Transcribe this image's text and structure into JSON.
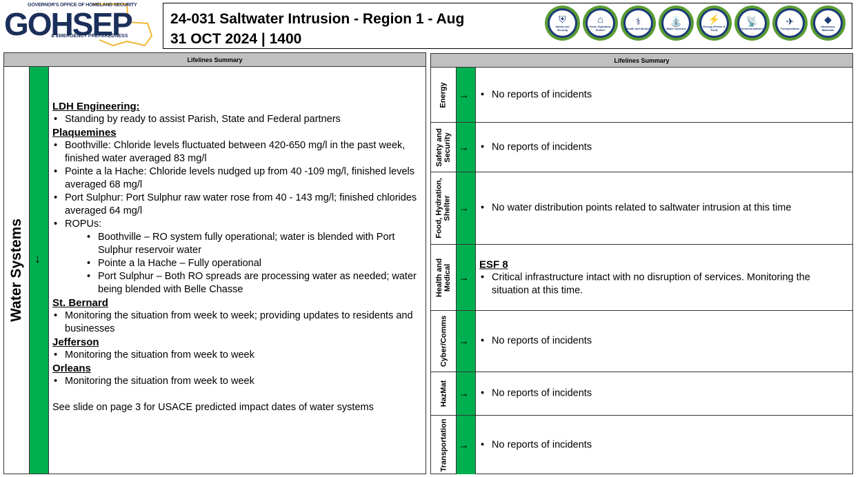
{
  "header": {
    "logo_top": "GOVERNOR'S OFFICE OF HOMELAND SECURITY",
    "logo_main": "GOHSEP",
    "logo_bottom": "& EMERGENCY PREPAREDNESS",
    "title_line1": "24-031 Saltwater Intrusion - Region 1 - Aug",
    "title_line2": "31 OCT 2024 | 1400"
  },
  "lifeline_icons": [
    {
      "label": "Safety and Security",
      "icon": "shield-icon",
      "glyph": "⛨"
    },
    {
      "label": "Food, Hydration, Shelter",
      "icon": "food-shelter-icon",
      "glyph": "⌂"
    },
    {
      "label": "Health and Medical",
      "icon": "caduceus-icon",
      "glyph": "⚕"
    },
    {
      "label": "Water Systems",
      "icon": "pipe-icon",
      "glyph": "⛲"
    },
    {
      "label": "Energy (Power & Fuel)",
      "icon": "energy-icon",
      "glyph": "⚡"
    },
    {
      "label": "Communications",
      "icon": "tower-icon",
      "glyph": "📡"
    },
    {
      "label": "Transportation",
      "icon": "transport-icon",
      "glyph": "✈"
    },
    {
      "label": "Hazardous Materials",
      "icon": "hazmat-icon",
      "glyph": "◆"
    }
  ],
  "left": {
    "header": "Lifelines Summary",
    "label": "Water Systems",
    "arrow": "↓",
    "lines": [
      {
        "t": "h",
        "text": "LDH Engineering:"
      },
      {
        "t": "b",
        "text": "Standing by ready to assist Parish, State and Federal partners"
      },
      {
        "t": "h",
        "text": "Plaquemines"
      },
      {
        "t": "b",
        "text": "Boothville: Chloride levels fluctuated between 420-650 mg/l in the past week, finished water averaged 83 mg/l"
      },
      {
        "t": "b",
        "text": "Pointe a la Hache: Chloride levels nudged up from 40 -109 mg/l, finished levels averaged 68 mg/l"
      },
      {
        "t": "b",
        "text": "Port Sulphur: Port Sulphur raw water rose from 40 - 143 mg/l; finished chlorides averaged 64 mg/l"
      },
      {
        "t": "b",
        "text": "ROPUs:"
      },
      {
        "t": "b2",
        "text": "Boothville – RO system fully operational; water is blended with Port Sulphur reservoir water"
      },
      {
        "t": "b2",
        "text": "Pointe a la Hache – Fully operational"
      },
      {
        "t": "b2",
        "text": "Port Sulphur – Both RO spreads are processing water as needed; water being blended with Belle Chasse"
      },
      {
        "t": "h",
        "text": "St. Bernard"
      },
      {
        "t": "b",
        "text": "Monitoring the situation from week to week; providing updates to residents and businesses"
      },
      {
        "t": "h",
        "text": "Jefferson"
      },
      {
        "t": "b",
        "text": "Monitoring the situation from week to week"
      },
      {
        "t": "h",
        "text": "Orleans"
      },
      {
        "t": "b",
        "text": "Monitoring the situation from week to week"
      },
      {
        "t": "p",
        "text": ""
      },
      {
        "t": "p",
        "text": "See slide on page 3 for USACE predicted impact dates of water systems"
      }
    ]
  },
  "right": {
    "header": "Lifelines Summary",
    "rows": [
      {
        "label": "Energy",
        "arrow": "→",
        "heading": "",
        "text": "No reports of incidents"
      },
      {
        "label": "Safety and\nSecurity",
        "arrow": "→",
        "heading": "",
        "text": "No reports of incidents"
      },
      {
        "label": "Food, Hydration,\nShelter",
        "arrow": "→",
        "heading": "",
        "text": "No water distribution points related to saltwater intrusion at this time"
      },
      {
        "label": "Health and\nMedical",
        "arrow": "→",
        "heading": "ESF 8",
        "text": "Critical infrastructure intact with no disruption of services. Monitoring the situation at this time."
      },
      {
        "label": "Cyber/Comms",
        "arrow": "→",
        "heading": "",
        "text": "No reports of incidents"
      },
      {
        "label": "HazMat",
        "arrow": "→",
        "heading": "",
        "text": "No reports of incidents"
      },
      {
        "label": "Transportation",
        "arrow": "→",
        "heading": "",
        "text": "No reports of incidents"
      }
    ]
  },
  "colors": {
    "status_green": "#00b050",
    "navy": "#1b3a78",
    "header_gray": "#c0c0c0"
  }
}
